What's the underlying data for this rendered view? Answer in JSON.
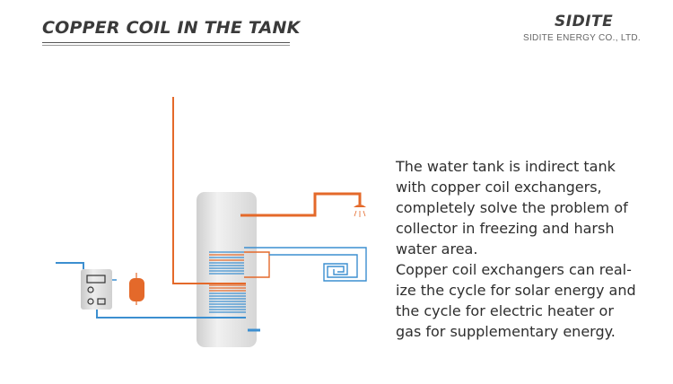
{
  "header": {
    "title": "COPPER COIL IN THE TANK",
    "logo_text": "SIDITE",
    "company": "SIDITE ENERGY CO., LTD."
  },
  "description": {
    "paragraph1_lines": [
      "The water tank is indirect tank",
      "with copper coil exchangers,",
      "completely solve the problem of",
      "collector in freezing and harsh",
      "water area."
    ],
    "paragraph2_lines": [
      "Copper coil exchangers can real-",
      "ize the cycle for solar energy and",
      "the cycle for electric heater or",
      "gas for supplementary energy."
    ]
  },
  "colors": {
    "hot_pipe": "#e4692a",
    "cold_pipe": "#3c8fd0",
    "tank": "#e3e3e3",
    "accent": "#e4602a"
  },
  "icons": [
    "shower-head-icon",
    "expansion-tank-icon",
    "controller-icon"
  ]
}
